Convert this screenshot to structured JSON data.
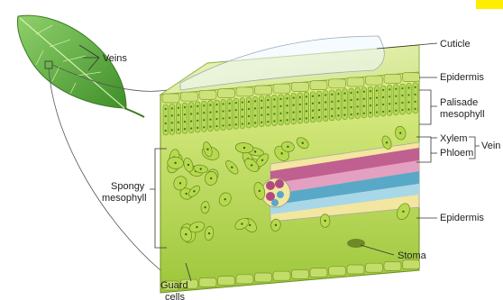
{
  "labels": {
    "veins": "Veins",
    "cuticle": "Cuticle",
    "epidermis_top": "Epidermis",
    "palisade_1": "Palisade",
    "palisade_2": "mesophyll",
    "xylem": "Xylem",
    "phloem": "Phloem",
    "vein": "Vein",
    "spongy_1": "Spongy",
    "spongy_2": "mesophyll",
    "epidermis_bottom": "Epidermis",
    "stoma": "Stoma",
    "guard_1": "Guard",
    "guard_2": "cells"
  },
  "colors": {
    "leaf": "#5aa83a",
    "cell": "#c8e05a",
    "xylem": "#c06090",
    "phloem": "#5aa8c8",
    "corner": "#ffee00"
  }
}
